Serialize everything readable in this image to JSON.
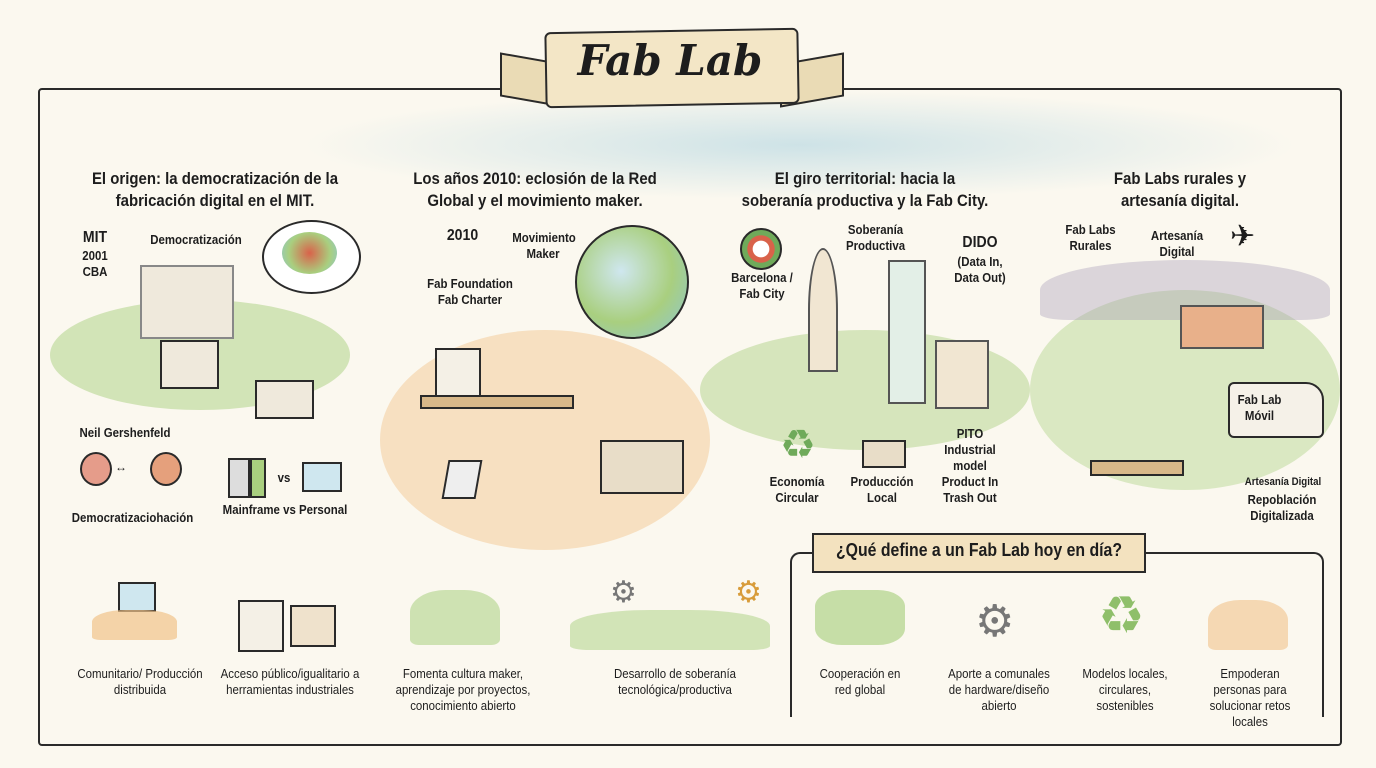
{
  "title": "Fab Lab",
  "sections": [
    {
      "heading": "El origen: la democratización de la fabricación digital en el MIT.",
      "labels": [
        "MIT",
        "2001",
        "CBA",
        "Democratización",
        "Neil Gershenfeld",
        "Democratizaciohación",
        "vs",
        "Mainframe vs Personal"
      ]
    },
    {
      "heading": "Los años 2010: eclosión de la Red Global y el movimiento maker.",
      "labels": [
        "2010",
        "Movimiento Maker",
        "Fab Foundation Fab Charter"
      ]
    },
    {
      "heading": "El giro territorial: hacia la soberanía productiva y la Fab City.",
      "labels": [
        "Barcelona / Fab City",
        "Soberanía Productiva",
        "DIDO",
        "(Data In, Data Out)",
        "Economía Circular",
        "Producción Local",
        "PITO Industrial model Product In Trash Out"
      ]
    },
    {
      "heading": "Fab Labs rurales y artesanía digital.",
      "labels": [
        "Fab Labs Rurales",
        "Artesanía Digital",
        "Fab Lab Móvil",
        "Artesanía Digital",
        "Repoblación Digitalizada"
      ]
    }
  ],
  "features": [
    {
      "icon": "community-computer-icon",
      "text": "Comunitario/ Producción distribuida"
    },
    {
      "icon": "3d-printer-icon",
      "text": "Acceso público/igualitario a herramientas industriales"
    },
    {
      "icon": "reading-group-icon",
      "text": "Fomenta cultura maker, aprendizaje por proyectos, conocimiento abierto"
    },
    {
      "icon": "people-tools-gears-icon",
      "text": "Desarrollo de soberanía tecnológica/productiva"
    }
  ],
  "today": {
    "heading": "¿Qué define a un Fab Lab hoy en día?",
    "items": [
      {
        "icon": "world-map-icon",
        "text": "Cooperación en red global"
      },
      {
        "icon": "puzzle-gear-tools-icon",
        "text": "Aporte a comunales de hardware/diseño abierto"
      },
      {
        "icon": "recycle-arrows-icon",
        "text": "Modelos locales, circulares, sostenibles"
      },
      {
        "icon": "people-ideas-icon",
        "text": "Empoderan personas para solucionar retos locales"
      }
    ]
  },
  "colors": {
    "green": "#a9cf7f",
    "orange": "#f1c38a",
    "blue": "#a9d3df",
    "red": "#d9624a",
    "ink": "#1d1d1d",
    "paper": "#fbf8ef"
  }
}
